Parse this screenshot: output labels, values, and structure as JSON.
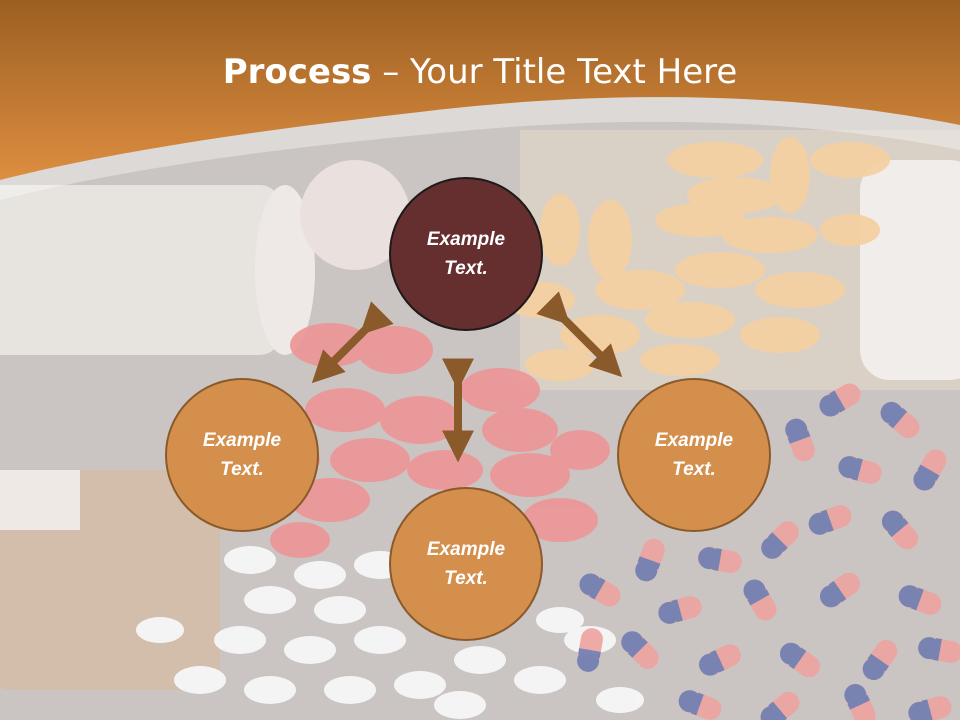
{
  "title": {
    "bold": "Process",
    "rest": " – Your Title Text Here"
  },
  "nodes": {
    "top": {
      "line1": "Example",
      "line2": "Text."
    },
    "left": {
      "line1": "Example",
      "line2": "Text."
    },
    "right": {
      "line1": "Example",
      "line2": "Text."
    },
    "bottom": {
      "line1": "Example",
      "line2": "Text."
    }
  },
  "colors": {
    "header": "#d4843a",
    "top_node": "#652e2f",
    "node": "#d58f4d",
    "arrow": "#8b5a2b"
  },
  "background": "photo-of-spilled-pills-and-bottles"
}
